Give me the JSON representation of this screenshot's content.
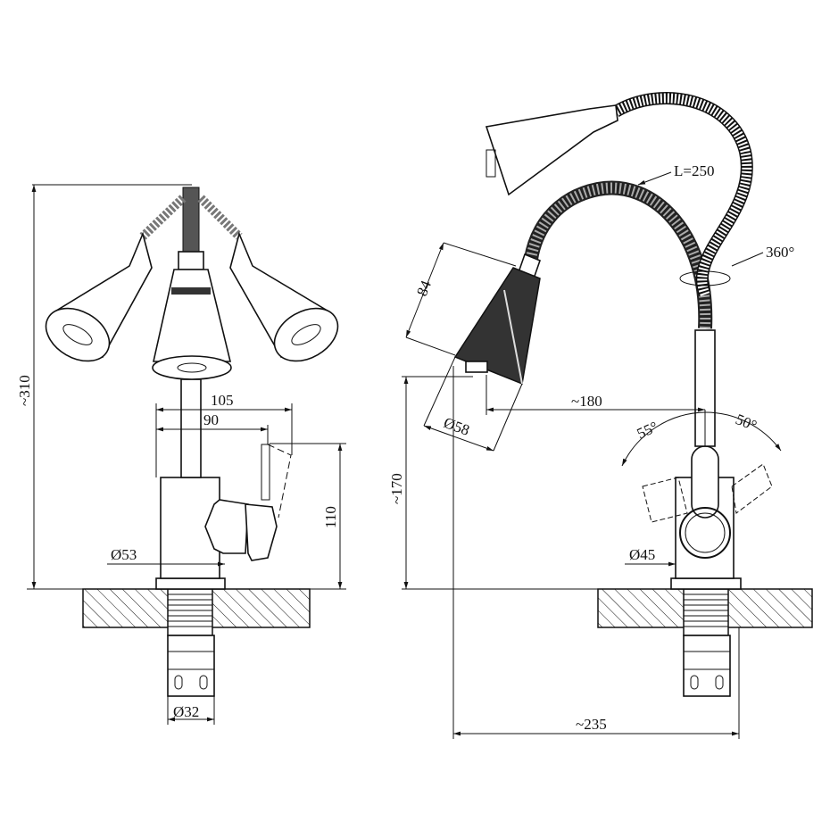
{
  "drawing": {
    "front_view": {
      "height_label": "~310",
      "width_105": "105",
      "width_90": "90",
      "lever_height": "110",
      "base_diameter": "Ø53",
      "thread_diameter": "Ø32"
    },
    "side_view": {
      "hose_length": "L=250",
      "rotation": "360°",
      "head_length": "84",
      "spout_height": "~170",
      "head_diameter": "Ø58",
      "reach": "~180",
      "angle_left": "55°",
      "angle_right": "50°",
      "base_diameter": "Ø45",
      "total_depth": "~235"
    }
  }
}
